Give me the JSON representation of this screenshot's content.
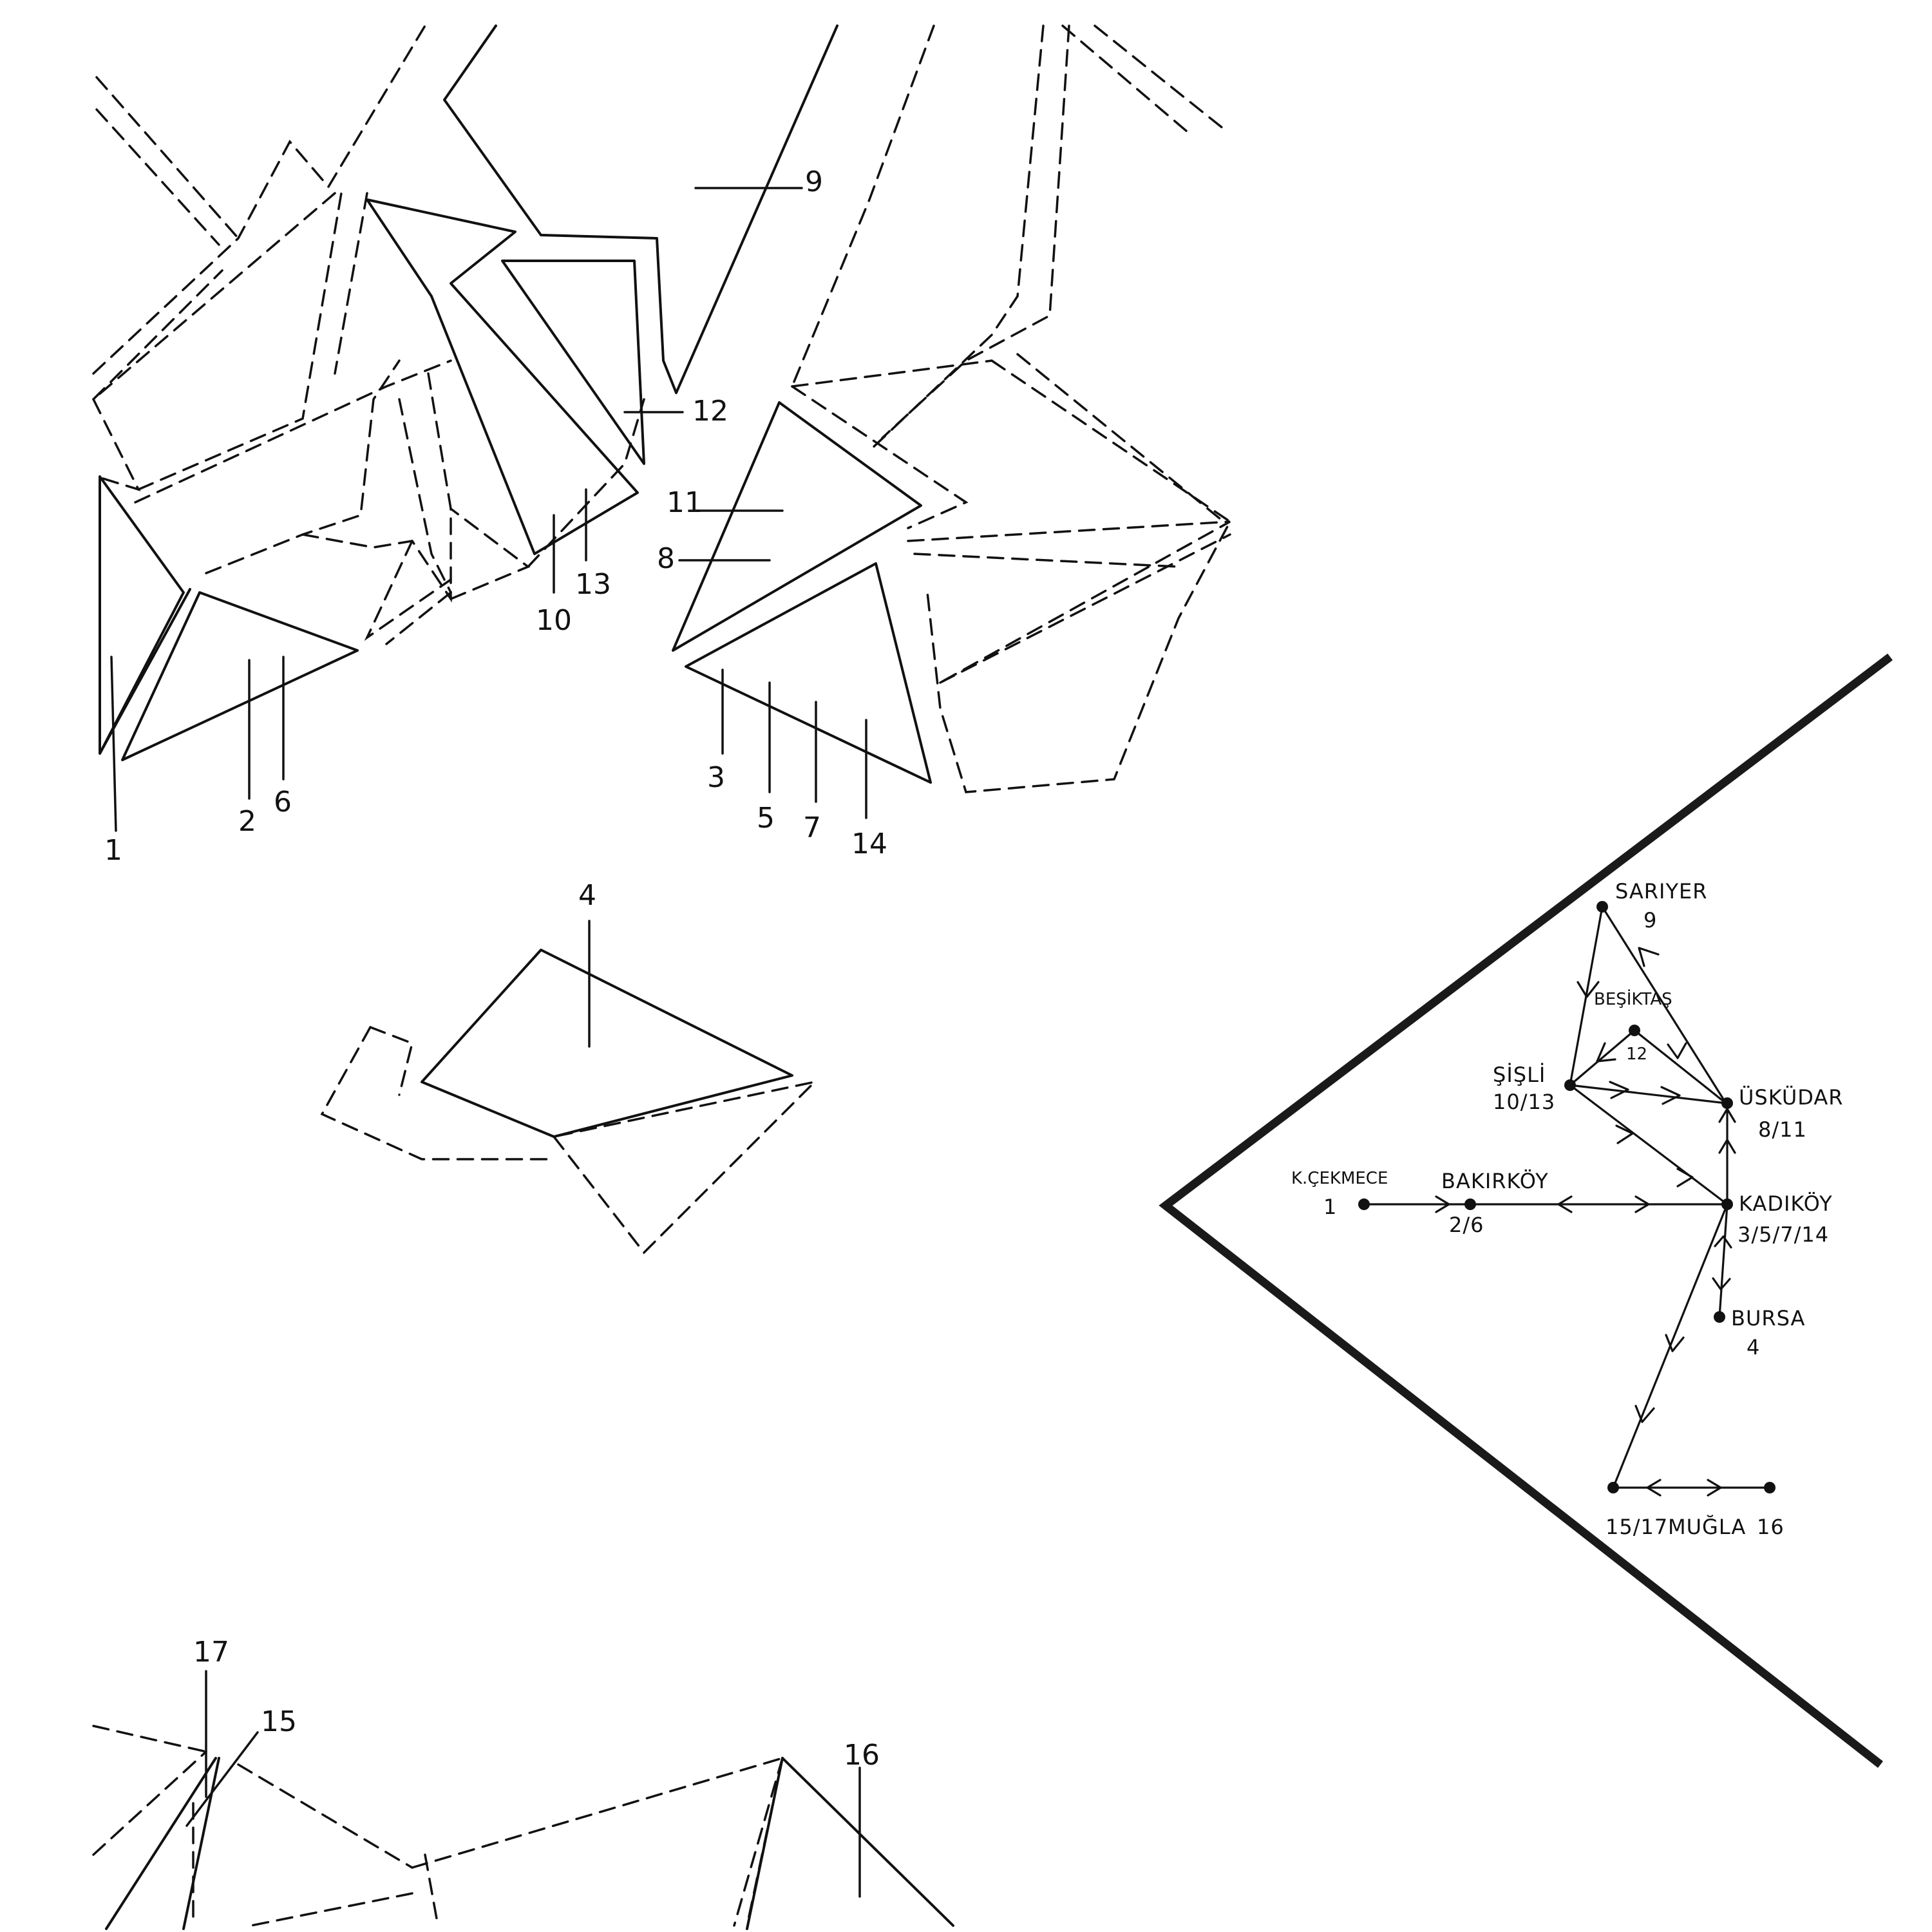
{
  "fragment_labels": [
    "1",
    "2",
    "3",
    "4",
    "5",
    "6",
    "7",
    "8",
    "9",
    "10",
    "11",
    "12",
    "13",
    "14",
    "15",
    "16",
    "17"
  ],
  "network": {
    "nodes": [
      {
        "id": "sariyer",
        "name": "SARIYER",
        "ids": "9"
      },
      {
        "id": "besiktas",
        "name": "BEŞİKTAŞ",
        "ids": "12"
      },
      {
        "id": "sisli",
        "name": "ŞİŞLİ",
        "ids": "10/13"
      },
      {
        "id": "uskudar",
        "name": "ÜSKÜDAR",
        "ids": "8/11"
      },
      {
        "id": "kcekmece",
        "name": "K.ÇEKMECE",
        "ids": "1"
      },
      {
        "id": "bakirkoy",
        "name": "BAKIRKÖY",
        "ids": "2/6"
      },
      {
        "id": "kadikoy",
        "name": "KADIKÖY",
        "ids": "3/5/7/14"
      },
      {
        "id": "bursa",
        "name": "BURSA",
        "ids": "4"
      },
      {
        "id": "mugla_a",
        "name": "MUĞLA",
        "ids": "15/17"
      },
      {
        "id": "mugla_b",
        "name": "",
        "ids": "16"
      }
    ],
    "edges": [
      {
        "from": "sariyer",
        "to": "sisli"
      },
      {
        "from": "uskudar",
        "to": "sariyer"
      },
      {
        "from": "besiktas",
        "to": "sisli"
      },
      {
        "from": "uskudar",
        "to": "besiktas"
      },
      {
        "from": "sisli",
        "to": "uskudar"
      },
      {
        "from": "sisli",
        "to": "kadikoy"
      },
      {
        "from": "kadikoy",
        "to": "uskudar"
      },
      {
        "from": "kcekmece",
        "to": "bakirkoy"
      },
      {
        "from": "bakirkoy",
        "to": "kadikoy",
        "bidirectional": true
      },
      {
        "from": "kadikoy",
        "to": "bursa",
        "bidirectional": true
      },
      {
        "from": "kadikoy",
        "to": "mugla_a"
      },
      {
        "from": "mugla_a",
        "to": "mugla_b",
        "bidirectional": true
      }
    ]
  }
}
